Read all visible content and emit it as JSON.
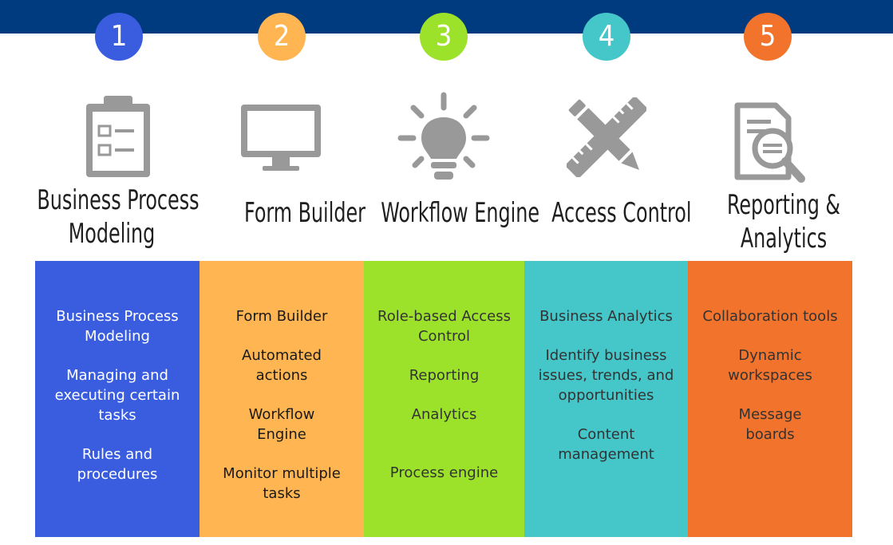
{
  "colors": {
    "header": "#003b80",
    "step1": "#3a5de0",
    "step2": "#ffb652",
    "step3": "#9de22a",
    "step4": "#45c6c9",
    "step5": "#f1732c",
    "icon": "#999999"
  },
  "steps": [
    {
      "number": "1",
      "title_line1": "Business Process",
      "title_line2": "Modeling",
      "icon": "clipboard-checklist-icon",
      "features": [
        "Business Process Modeling",
        "Managing and executing certain tasks",
        "Rules and procedures"
      ]
    },
    {
      "number": "2",
      "title_line1": "Form Builder",
      "title_line2": "",
      "icon": "monitor-icon",
      "features": [
        "Form Builder",
        "Automated actions",
        "Workflow Engine",
        "Monitor multiple tasks"
      ]
    },
    {
      "number": "3",
      "title_line1": "Workflow Engine",
      "title_line2": "",
      "icon": "lightbulb-icon",
      "features": [
        "Role-based Access Control",
        "Reporting",
        "Analytics",
        "Process engine"
      ]
    },
    {
      "number": "4",
      "title_line1": "Access Control",
      "title_line2": "",
      "icon": "ruler-pencil-icon",
      "features": [
        "Business Analytics",
        "Identify business issues, trends, and opportunities",
        "Content management"
      ]
    },
    {
      "number": "5",
      "title_line1": "Reporting &",
      "title_line2": "Analytics",
      "icon": "document-search-icon",
      "features": [
        "Collaboration tools",
        "Dynamic workspaces",
        "Message boards"
      ]
    }
  ]
}
